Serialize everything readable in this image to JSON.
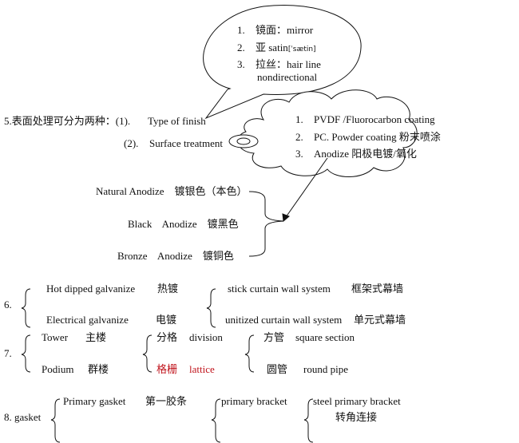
{
  "finish_bubble": {
    "items": [
      {
        "num": "1.",
        "text": "镜面：mirror"
      },
      {
        "num": "2.",
        "text": "亚 satin",
        "phonetic": "[ˈsætin]"
      },
      {
        "num": "3.",
        "text": "拉丝：hair line"
      }
    ],
    "continuation": "nondirectional"
  },
  "item5": {
    "heading": "5.表面处理可分为两种：(1).",
    "type1": "Type of finish",
    "num2": "(2).",
    "type2": "Surface treatment"
  },
  "treatment_cloud": {
    "items": [
      {
        "num": "1.",
        "text": "PVDF /Fluorocarbon coating"
      },
      {
        "num": "2.",
        "text": "PC. Powder coating  粉末喷涂"
      },
      {
        "num": "3.",
        "text": "Anodize    阳极电镀/氧化"
      }
    ]
  },
  "anodize": [
    "Natural Anodize    镀银色（本色）",
    "Black    Anodize    镀黑色",
    "Bronze    Anodize    镀铜色"
  ],
  "item6": {
    "num": "6.",
    "left": [
      {
        "en": "Hot dipped galvanize",
        "zh": "热镀"
      },
      {
        "en": "Electrical galvanize",
        "zh": "电镀"
      }
    ],
    "right": [
      {
        "en": "stick curtain wall system",
        "zh": "框架式幕墙"
      },
      {
        "en": "unitized curtain wall system",
        "zh": "单元式幕墙"
      }
    ]
  },
  "item7": {
    "num": "7.",
    "col1": [
      {
        "en": "Tower",
        "zh": "主楼"
      },
      {
        "en": "Podium",
        "zh": "群楼"
      }
    ],
    "col2": [
      {
        "zh": "分格",
        "en": "division"
      },
      {
        "zh": "格栅",
        "en": "lattice"
      }
    ],
    "col3": [
      {
        "zh": "方管",
        "en": "square section"
      },
      {
        "zh": "圆管",
        "en": "round pipe"
      }
    ]
  },
  "item8": {
    "num": "8. gasket",
    "col1": {
      "en": "Primary gasket",
      "zh": "第一胶条"
    },
    "col2": "primary bracket",
    "col3": {
      "en": "steel primary bracket",
      "zh": "转角连接"
    }
  },
  "colors": {
    "highlight": "#c0141c"
  }
}
